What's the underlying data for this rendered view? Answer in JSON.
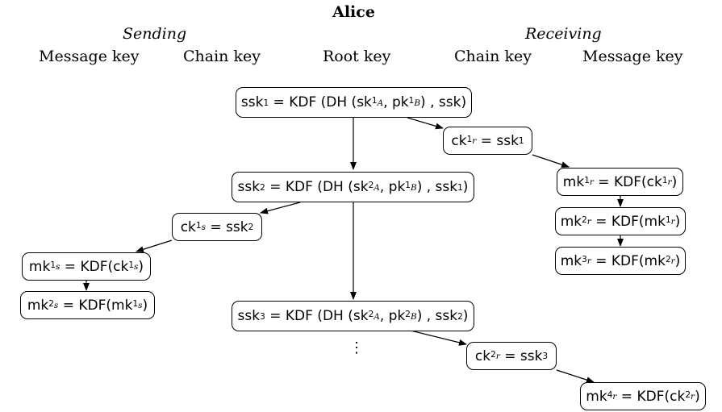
{
  "title": "Alice",
  "sections": {
    "sending": "Sending",
    "receiving": "Receiving"
  },
  "columns": [
    "Message key",
    "Chain key",
    "Root key",
    "Chain key",
    "Message key"
  ],
  "nodes": {
    "ssk1": {
      "lhs": "ssk",
      "lhs_sub": "1",
      "kdf": "KDF",
      "dh": "DH",
      "sk": "sk",
      "sk_sup": "1",
      "sk_sub": "A",
      "pk": "pk",
      "pk_sup": "1",
      "pk_sub": "B",
      "prev": "ssk",
      "prev_sub": ""
    },
    "ssk2": {
      "lhs": "ssk",
      "lhs_sub": "2",
      "kdf": "KDF",
      "dh": "DH",
      "sk": "sk",
      "sk_sup": "2",
      "sk_sub": "A",
      "pk": "pk",
      "pk_sup": "1",
      "pk_sub": "B",
      "prev": "ssk",
      "prev_sub": "1"
    },
    "ssk3": {
      "lhs": "ssk",
      "lhs_sub": "3",
      "kdf": "KDF",
      "dh": "DH",
      "sk": "sk",
      "sk_sup": "2",
      "sk_sub": "A",
      "pk": "pk",
      "pk_sup": "2",
      "pk_sub": "B",
      "prev": "ssk",
      "prev_sub": "2"
    },
    "ckr1": {
      "lhs": "ck",
      "lhs_sup": "1",
      "lhs_sub": "r",
      "rhs": "ssk",
      "rhs_sub": "1"
    },
    "ckr2": {
      "lhs": "ck",
      "lhs_sup": "2",
      "lhs_sub": "r",
      "rhs": "ssk",
      "rhs_sub": "3"
    },
    "cks1": {
      "lhs": "ck",
      "lhs_sup": "1",
      "lhs_sub": "s",
      "rhs": "ssk",
      "rhs_sub": "2"
    },
    "mkr1": {
      "lhs": "mk",
      "lhs_sup": "1",
      "lhs_sub": "r",
      "kdf": "KDF",
      "arg": "ck",
      "arg_sup": "1",
      "arg_sub": "r"
    },
    "mkr2": {
      "lhs": "mk",
      "lhs_sup": "2",
      "lhs_sub": "r",
      "kdf": "KDF",
      "arg": "mk",
      "arg_sup": "1",
      "arg_sub": "r"
    },
    "mkr3": {
      "lhs": "mk",
      "lhs_sup": "3",
      "lhs_sub": "r",
      "kdf": "KDF",
      "arg": "mk",
      "arg_sup": "2",
      "arg_sub": "r"
    },
    "mkr4": {
      "lhs": "mk",
      "lhs_sup": "4",
      "lhs_sub": "r",
      "kdf": "KDF",
      "arg": "ck",
      "arg_sup": "2",
      "arg_sub": "r"
    },
    "mks1": {
      "lhs": "mk",
      "lhs_sup": "1",
      "lhs_sub": "s",
      "kdf": "KDF",
      "arg": "ck",
      "arg_sup": "1",
      "arg_sub": "s"
    },
    "mks2": {
      "lhs": "mk",
      "lhs_sup": "2",
      "lhs_sub": "s",
      "kdf": "KDF",
      "arg": "mk",
      "arg_sup": "1",
      "arg_sub": "s"
    }
  },
  "ellipsis": "⋮"
}
